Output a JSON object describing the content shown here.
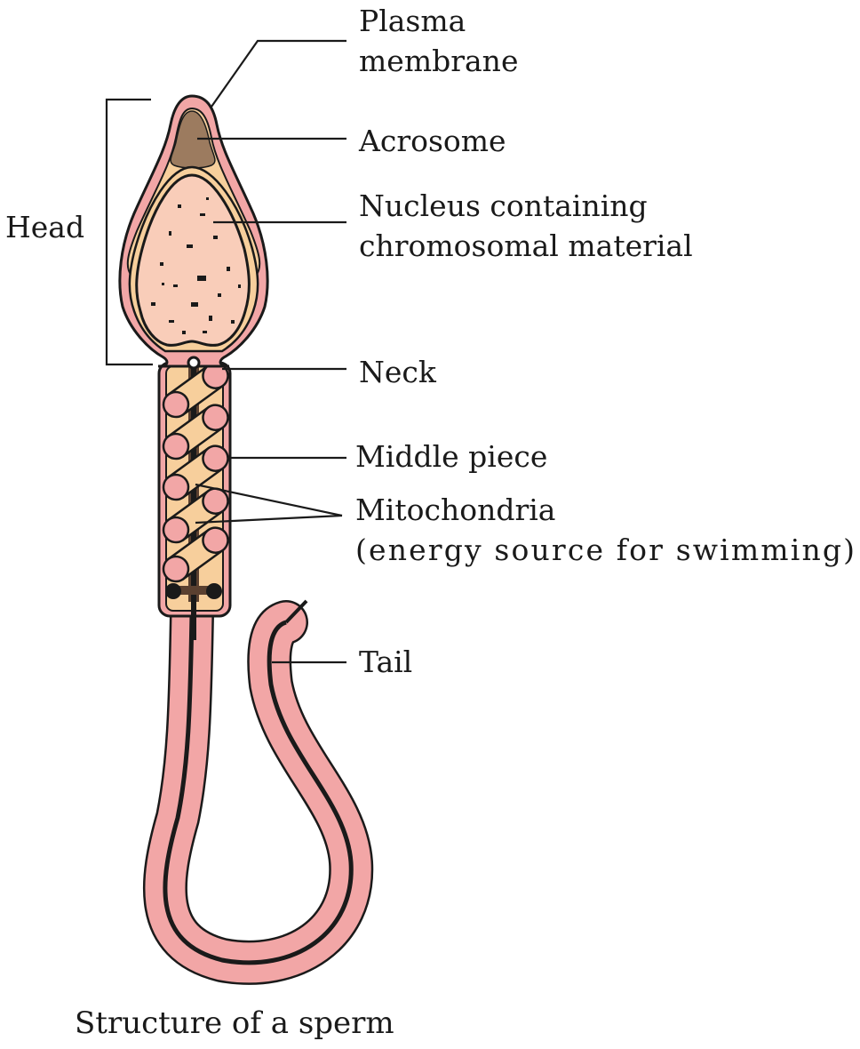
{
  "labels": {
    "plasma_membrane_1": "Plasma",
    "plasma_membrane_2": "membrane",
    "acrosome": "Acrosome",
    "nucleus_1": "Nucleus containing",
    "nucleus_2": "chromosomal material",
    "head": "Head",
    "neck": "Neck",
    "middle_piece": "Middle piece",
    "mitochondria_1": "Mitochondria",
    "mitochondria_2": "(energy source for swimming)",
    "tail": "Tail"
  },
  "caption": "Structure of a sperm",
  "colors": {
    "membrane_pink": "#f2a6a6",
    "cytoplasm_tan": "#f7cf9c",
    "nucleus_fill": "#f9cdb9",
    "acrosome_brown": "#9c7b5f",
    "outline": "#1a1a1a"
  }
}
